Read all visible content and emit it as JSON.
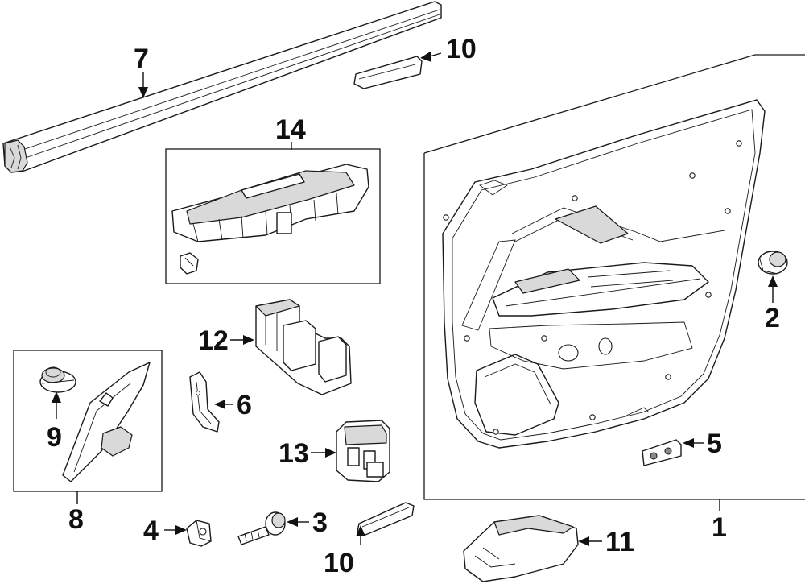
{
  "callouts": {
    "c1": "1",
    "c2": "2",
    "c3": "3",
    "c4": "4",
    "c5": "5",
    "c6": "6",
    "c7": "7",
    "c8": "8",
    "c9": "9",
    "c10a": "10",
    "c10b": "10",
    "c11": "11",
    "c12": "12",
    "c13": "13",
    "c14": "14"
  }
}
